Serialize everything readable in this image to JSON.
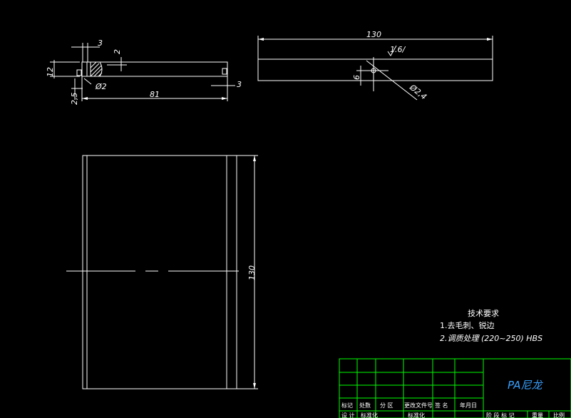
{
  "views": {
    "side": {
      "dim_top_3": "3",
      "dim_top_2": "2",
      "dim_left_12": "12",
      "dim_left_2_5": "2,5",
      "dim_hole": "Ø2",
      "dim_length": "81",
      "dim_right_3": "3"
    },
    "front": {
      "dim_length": "130",
      "dim_6": "6",
      "dim_hole": "Ø2,4",
      "roughness": "1.6/"
    },
    "top": {
      "dim_height": "130"
    }
  },
  "notes": {
    "title": "技术要求",
    "line1": "1.去毛刺、锐边",
    "line2": "2.调质处理    (220~250) HBS"
  },
  "title_block": {
    "material": "PA尼龙",
    "row1": [
      "标记",
      "处数",
      "分 区",
      "更改文件号",
      "签 名",
      "年月日"
    ],
    "row2": [
      "设 计",
      "标准化",
      "标准化"
    ],
    "row2_right": [
      "阶 段 标 记",
      "重量",
      "比例"
    ]
  }
}
